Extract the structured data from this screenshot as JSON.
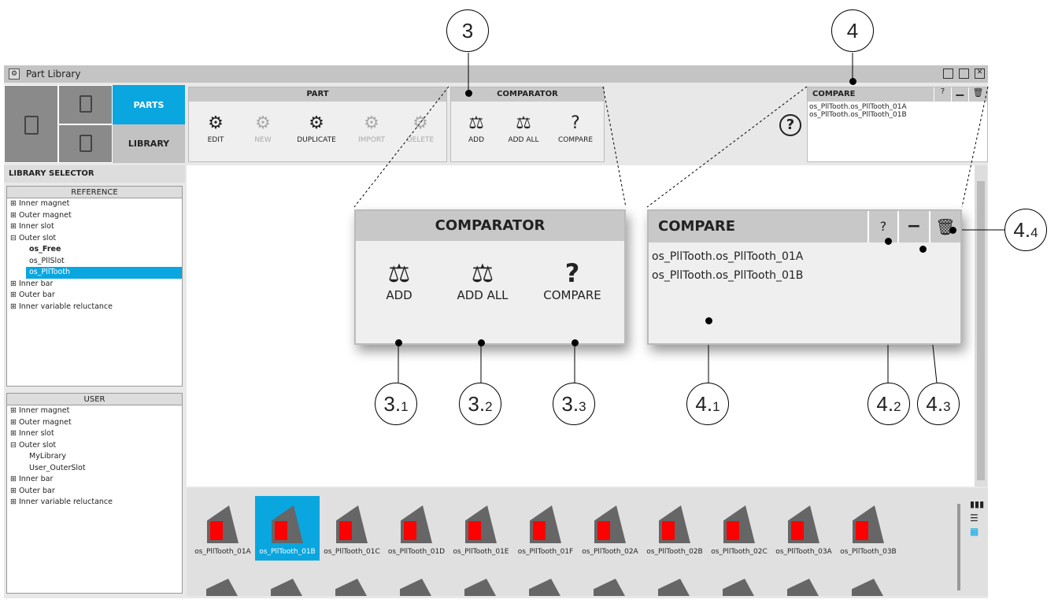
{
  "window": {
    "title": "Part Library",
    "min": "–",
    "max": "□",
    "close": "✕"
  },
  "nav": {
    "parts": "PARTS",
    "library": "LIBRARY"
  },
  "part_group": {
    "title": "PART",
    "tools": [
      {
        "label": "EDIT",
        "enabled": true
      },
      {
        "label": "NEW",
        "enabled": false
      },
      {
        "label": "DUPLICATE",
        "enabled": true
      },
      {
        "label": "IMPORT",
        "enabled": false
      },
      {
        "label": "DELETE",
        "enabled": false
      }
    ]
  },
  "comparator": {
    "title": "COMPARATOR",
    "tools": [
      "ADD",
      "ADD ALL",
      "COMPARE"
    ]
  },
  "compare": {
    "title": "COMPARE",
    "items": [
      "os_PllTooth.os_PllTooth_01A",
      "os_PllTooth.os_PllTooth_01B"
    ],
    "help": "?"
  },
  "library_selector": {
    "title": "LIBRARY SELECTOR",
    "reference": {
      "title": "REFERENCE",
      "items": [
        "Inner magnet",
        "Outer magnet",
        "Inner slot",
        "Outer slot",
        "os_Free",
        "os_PllSlot",
        "os_PllTooth",
        "Inner bar",
        "Outer bar",
        "Inner variable reluctance"
      ]
    },
    "user": {
      "title": "USER",
      "items": [
        "Inner magnet",
        "Outer magnet",
        "Inner slot",
        "Outer slot",
        "MyLibrary",
        "User_OuterSlot",
        "Inner bar",
        "Outer bar",
        "Inner variable reluctance"
      ]
    }
  },
  "thumbnails": [
    "os_PllTooth_01A",
    "os_PllTooth_01B",
    "os_PllTooth_01C",
    "os_PllTooth_01D",
    "os_PllTooth_01E",
    "os_PllTooth_01F",
    "os_PllTooth_02A",
    "os_PllTooth_02B",
    "os_PllTooth_02C",
    "os_PllTooth_03A",
    "os_PllTooth_03B"
  ],
  "callouts": {
    "c3": "3",
    "c4": "4",
    "c31": "3.",
    "c31s": "1",
    "c32": "3.",
    "c32s": "2",
    "c33": "3.",
    "c33s": "3",
    "c41": "4.",
    "c41s": "1",
    "c42": "4.",
    "c42s": "2",
    "c43": "4.",
    "c43s": "3",
    "c44": "4.",
    "c44s": "4"
  },
  "colors": {
    "accent": "#0aa6e0"
  }
}
